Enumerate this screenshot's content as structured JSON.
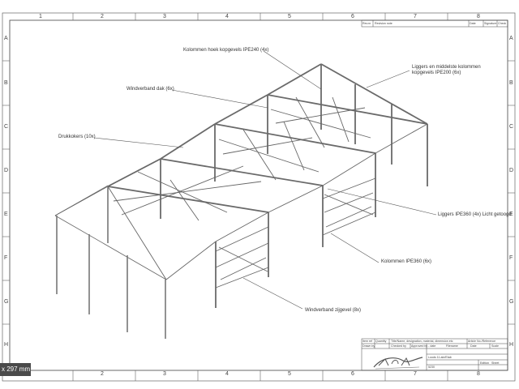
{
  "annotations": {
    "kolommen_hoek": "Kolommen hoek kopgevels IPE240 (4x)",
    "liggers_line1": "Liggers en middelste kolommen",
    "liggers_line2": "kopgevels IPE200 (6x)",
    "windverband_dak": "Windverband dak (6x)",
    "drukkokers": "Drukkokers (10x)",
    "liggers_ipe360": "Liggers IPE360 (4x) Licht getoogd",
    "kolommen_ipe360": "Kolommen IPE360 (6x)",
    "windverband_zijgevel": "Windverband zijgevel (8x)"
  },
  "grid": {
    "columns": [
      "1",
      "2",
      "3",
      "4",
      "5",
      "6",
      "7",
      "8"
    ],
    "rows": [
      "A",
      "B",
      "C",
      "D",
      "E",
      "F",
      "G",
      "H"
    ]
  },
  "revision_table": {
    "headers": [
      "Rev.nr",
      "Revision note",
      "Date",
      "Signature",
      "Check"
    ]
  },
  "title_block": {
    "item": "Item ref",
    "quantity": "Quantity",
    "title_name": "Title/Name, designation, material, dimension etc",
    "article": "Article No./Reference",
    "drawn_by": "Drawn by",
    "checked_by": "Checked by",
    "approved_by": "Approved by - date",
    "filename": "Filename",
    "date": "Date",
    "scale": "Scale",
    "edition": "Edition",
    "sheet": "Sheet",
    "ref1": "Loods 11.aie/Etab",
    "ref2": "5230"
  },
  "page_size_label": "x 297 mm",
  "colors": {
    "line": "#555555",
    "beam": "#666666",
    "border": "#444444"
  }
}
